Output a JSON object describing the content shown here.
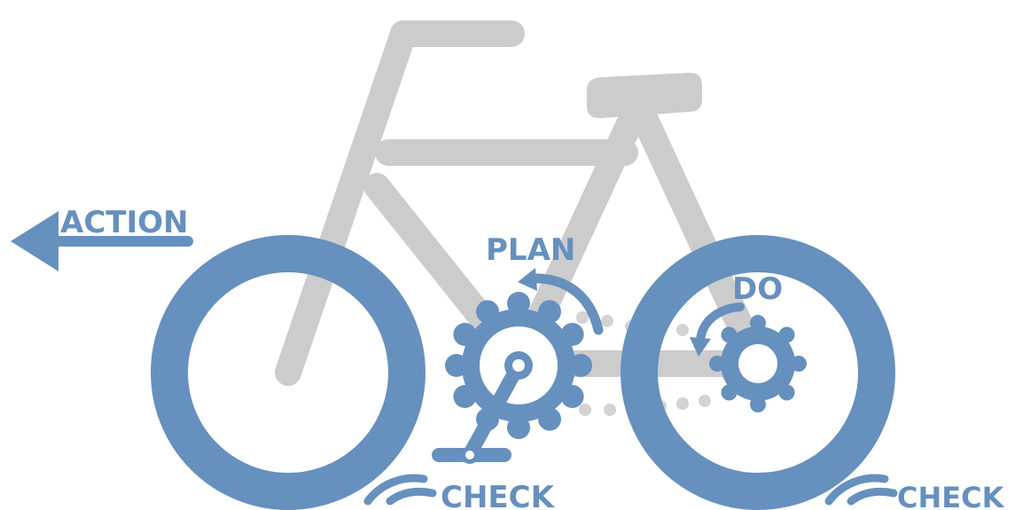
{
  "labels": {
    "action": "ACTION",
    "plan": "PLAN",
    "do": "DO",
    "check_left": "CHECK",
    "check_right": "CHECK"
  },
  "colors": {
    "frame": "#cccccc",
    "blue": "#6690bd",
    "background": "#ffffff"
  },
  "icons": {
    "front_gear": "gear-icon",
    "rear_gear": "gear-icon",
    "arrows": "arrow-icon"
  }
}
